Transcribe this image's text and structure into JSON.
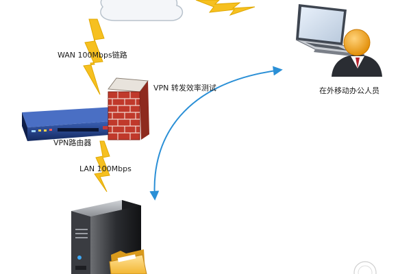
{
  "labels": {
    "wan_link": "WAN 100Mbps链路",
    "vpn_test": "VPN 转发效率测试",
    "router": "VPN路由器",
    "lan_link": "LAN 100Mbps",
    "mobile_user": "在外移动办公人员"
  },
  "icons": {
    "cloud": "internet-cloud",
    "router": "vpn-router",
    "firewall": "firewall",
    "laptop": "laptop",
    "user": "mobile-user",
    "server": "server",
    "folder": "folder"
  },
  "colors": {
    "lightning": "#f6c020",
    "arrow": "#2a8fd6",
    "router_body": "#1f3f8a",
    "firewall_brick": "#c0392b",
    "user_head": "#f39c12"
  }
}
